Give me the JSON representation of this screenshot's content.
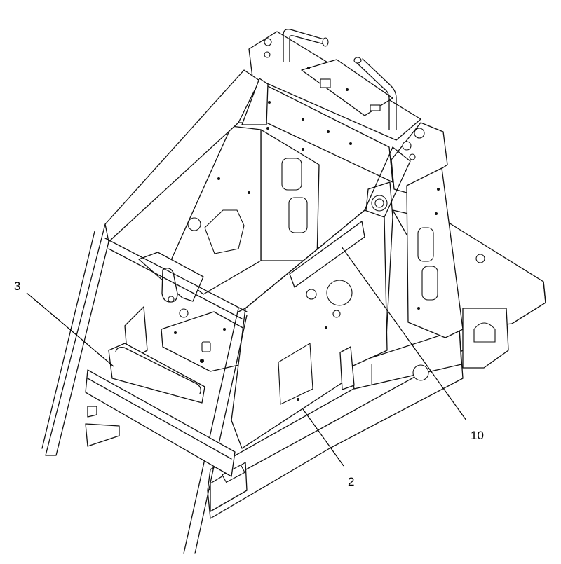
{
  "diagram": {
    "type": "exploded-parts-drawing",
    "callouts": [
      {
        "id": "callout-3",
        "label": "3"
      },
      {
        "id": "callout-10",
        "label": "10"
      },
      {
        "id": "callout-2",
        "label": "2"
      }
    ]
  },
  "colors": {
    "line": "#111111",
    "background": "#ffffff"
  }
}
